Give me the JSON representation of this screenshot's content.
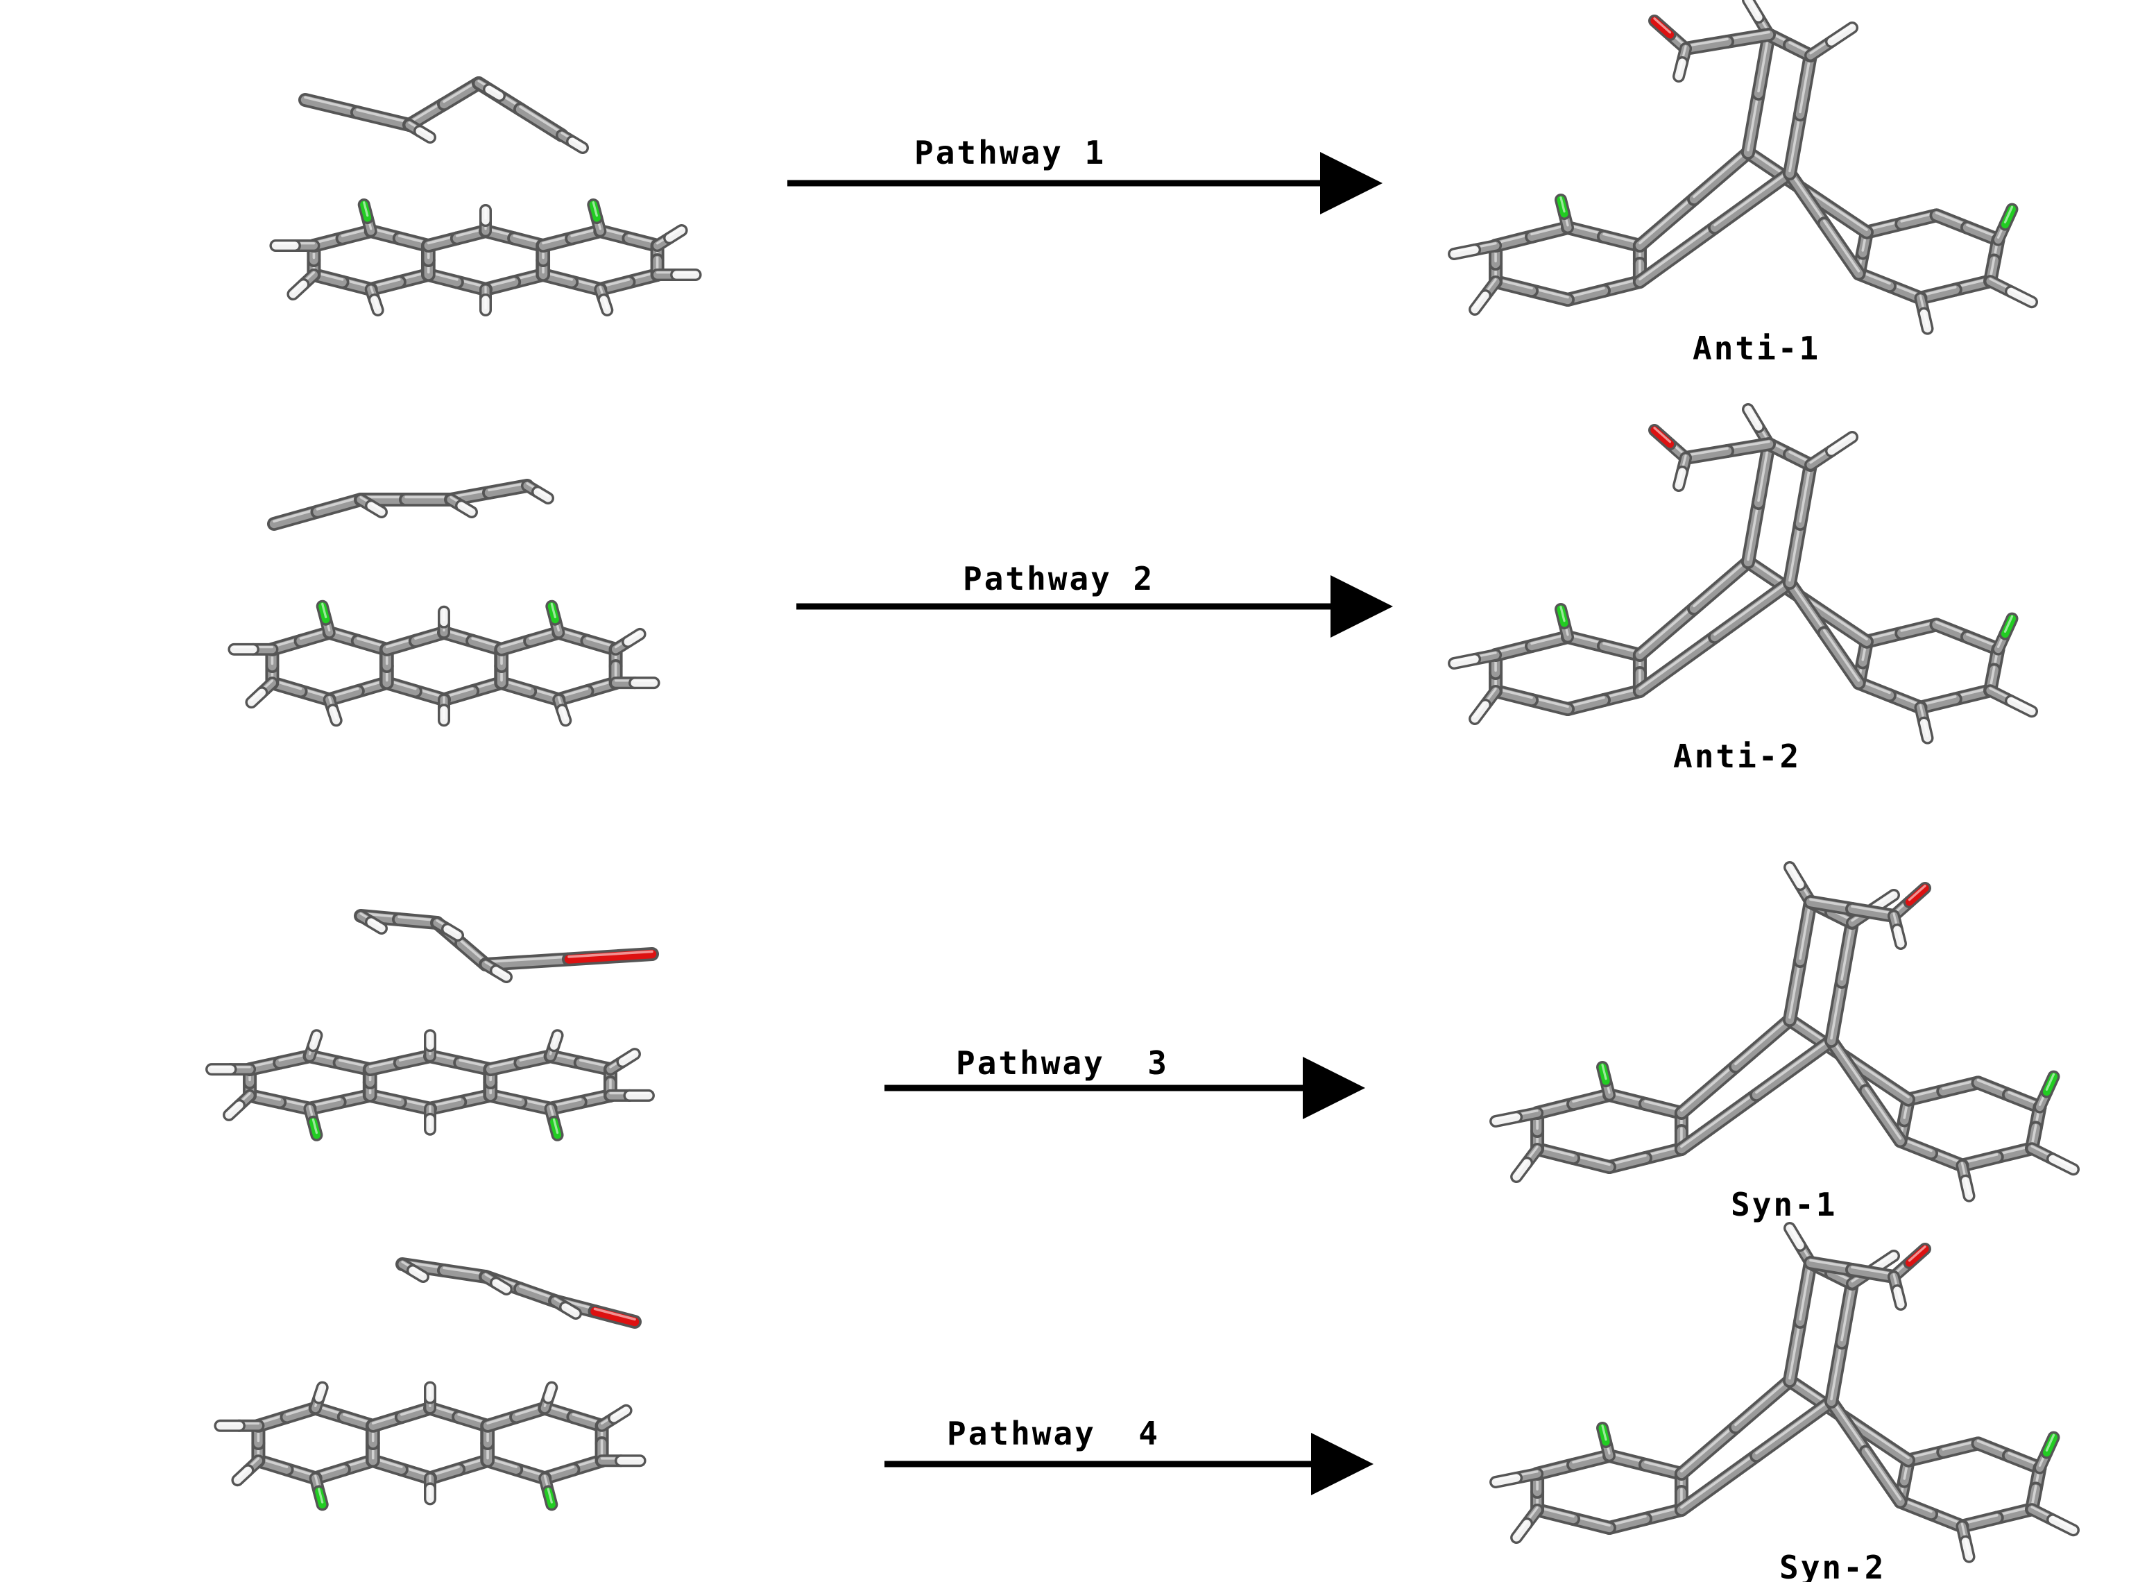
{
  "pathways": [
    {
      "label": "Pathway 1",
      "product": "Anti-1"
    },
    {
      "label": "Pathway 2",
      "product": "Anti-2"
    },
    {
      "label": "Pathway  3",
      "product": "Syn-1"
    },
    {
      "label": "Pathway  4",
      "product": "Syn-2"
    }
  ],
  "atom_colors": {
    "carbon": "#9a9a9a",
    "hydrogen": "#f2f2f2",
    "chlorine": "#22cc22",
    "oxygen": "#dd1111"
  }
}
